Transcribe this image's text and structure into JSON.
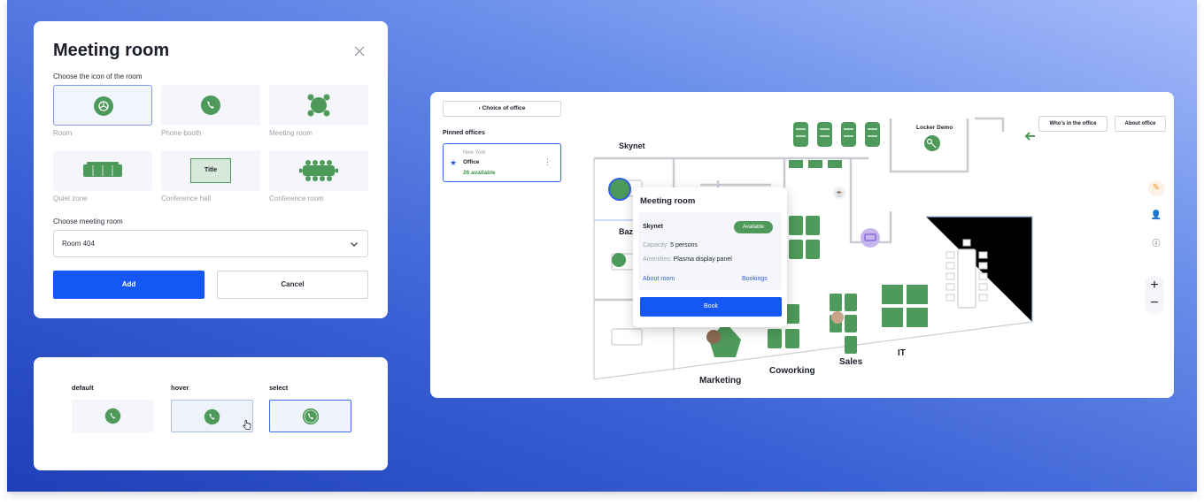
{
  "dialog": {
    "title": "Meeting room",
    "icon_section_label": "Choose the icon of the room",
    "icons": [
      {
        "label": "Room",
        "icon": "room-icon",
        "selected": true
      },
      {
        "label": "Phone booth",
        "icon": "phone-icon",
        "selected": false
      },
      {
        "label": "Meeting room",
        "icon": "meeting-table-icon",
        "selected": false
      },
      {
        "label": "Quiet zone",
        "icon": "sofa-icon",
        "selected": false
      },
      {
        "label": "Conference hall",
        "icon": "stage-icon",
        "selected": false,
        "tile_text": "Title"
      },
      {
        "label": "Conference room",
        "icon": "long-table-icon",
        "selected": false
      }
    ],
    "room_section_label": "Choose meeting room",
    "room_value": "Room 404",
    "add_label": "Add",
    "cancel_label": "Cancel"
  },
  "states": {
    "default_label": "default",
    "hover_label": "hover",
    "select_label": "select"
  },
  "map": {
    "choice_label": "Choice of office",
    "pinned_title": "Pinned offices",
    "office": {
      "city": "New York",
      "name": "Office",
      "available": "26 available"
    },
    "whos_in_label": "Who's in the office",
    "about_office_label": "About office",
    "zones": {
      "skynet": "Skynet",
      "bazi": "Bazi",
      "locker": "Locker Demo",
      "marketing": "Marketing",
      "coworking": "Coworking",
      "sales": "Sales",
      "it": "IT"
    },
    "popup": {
      "title": "Meeting room",
      "room_name": "Skynet",
      "status": "Available",
      "capacity_label": "Capacity:",
      "capacity_value": "5 persons",
      "amenities_label": "Amenities:",
      "amenities_value": "Plasma display panel",
      "about_link": "About room",
      "bookings_link": "Bookings",
      "book_label": "Book"
    },
    "zoom_in": "+",
    "zoom_out": "−"
  },
  "colors": {
    "primary": "#1457f5",
    "green": "#4e9a5a",
    "selected_border": "#7d9be8",
    "orange_edit": "#f0962a",
    "purple_printer": "#a78be0"
  }
}
